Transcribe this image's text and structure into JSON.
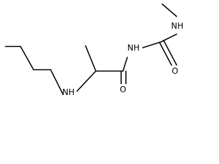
{
  "diagram": {
    "type": "skeletal-structure",
    "atom_labels": {
      "n_methyl": "NH",
      "n_imide": "NH",
      "n_butyl": "NH",
      "o_urea": "O",
      "o_amide": "O"
    },
    "colors": {
      "bond": "#000000",
      "label": "#000000",
      "background": "#ffffff"
    }
  }
}
